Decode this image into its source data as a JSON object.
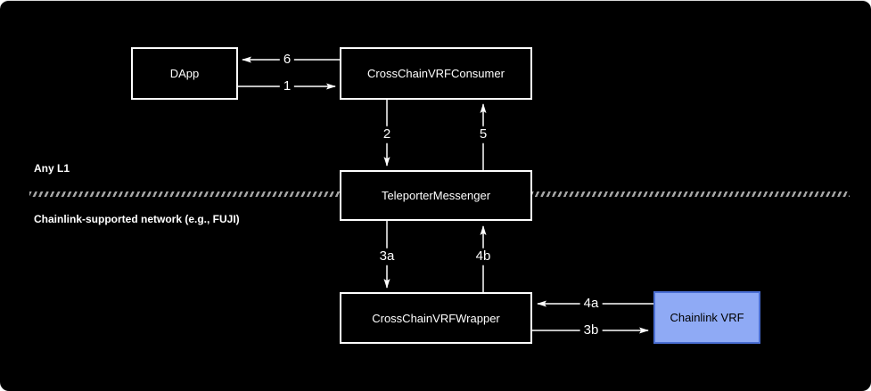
{
  "regions": {
    "top_label": "Any L1",
    "bottom_label": "Chainlink-supported network (e.g., FUJI)"
  },
  "nodes": {
    "dapp": {
      "label": "DApp"
    },
    "consumer": {
      "label": "CrossChainVRFConsumer"
    },
    "teleporter": {
      "label": "TeleporterMessenger"
    },
    "wrapper": {
      "label": "CrossChainVRFWrapper"
    },
    "chainlink_vrf": {
      "label": "Chainlink VRF",
      "fill": "#8FAAF5",
      "border": "#4A6FD4",
      "text_color": "#000000"
    }
  },
  "edges": {
    "step1": {
      "label": "1",
      "from": "dapp",
      "to": "consumer",
      "direction": "right"
    },
    "step2": {
      "label": "2",
      "from": "consumer",
      "to": "teleporter",
      "direction": "down"
    },
    "step3a": {
      "label": "3a",
      "from": "teleporter",
      "to": "wrapper",
      "direction": "down"
    },
    "step3b": {
      "label": "3b",
      "from": "wrapper",
      "to": "chainlink_vrf",
      "direction": "right"
    },
    "step4a": {
      "label": "4a",
      "from": "chainlink_vrf",
      "to": "wrapper",
      "direction": "left"
    },
    "step4b": {
      "label": "4b",
      "from": "wrapper",
      "to": "teleporter",
      "direction": "up"
    },
    "step5": {
      "label": "5",
      "from": "teleporter",
      "to": "consumer",
      "direction": "up"
    },
    "step6": {
      "label": "6",
      "from": "consumer",
      "to": "dapp",
      "direction": "left"
    }
  },
  "colors": {
    "background": "#000000",
    "node_border": "#FFFFFF",
    "node_text": "#FFFFFF",
    "edge": "#FFFFFF",
    "divider": "#A6A6A6",
    "chainlink_fill": "#8FAAF5",
    "chainlink_border": "#4A6FD4"
  }
}
